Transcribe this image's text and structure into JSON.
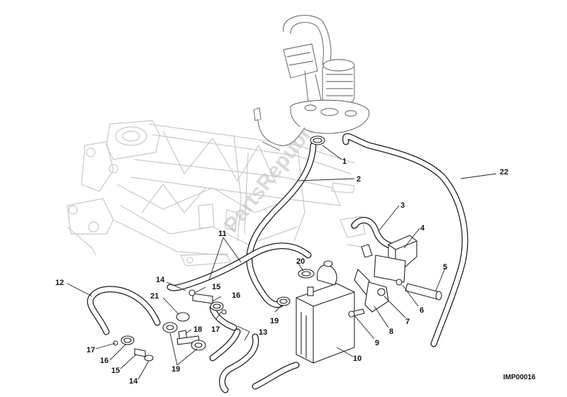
{
  "diagram": {
    "watermark": "PartsRepublik",
    "drawing_code": "IMP00016",
    "callouts": [
      "1",
      "2",
      "3",
      "4",
      "5",
      "6",
      "7",
      "8",
      "9",
      "10",
      "11",
      "12",
      "13",
      "14",
      "14",
      "15",
      "15",
      "16",
      "16",
      "17",
      "17",
      "18",
      "19",
      "19",
      "20",
      "21",
      "22"
    ]
  }
}
